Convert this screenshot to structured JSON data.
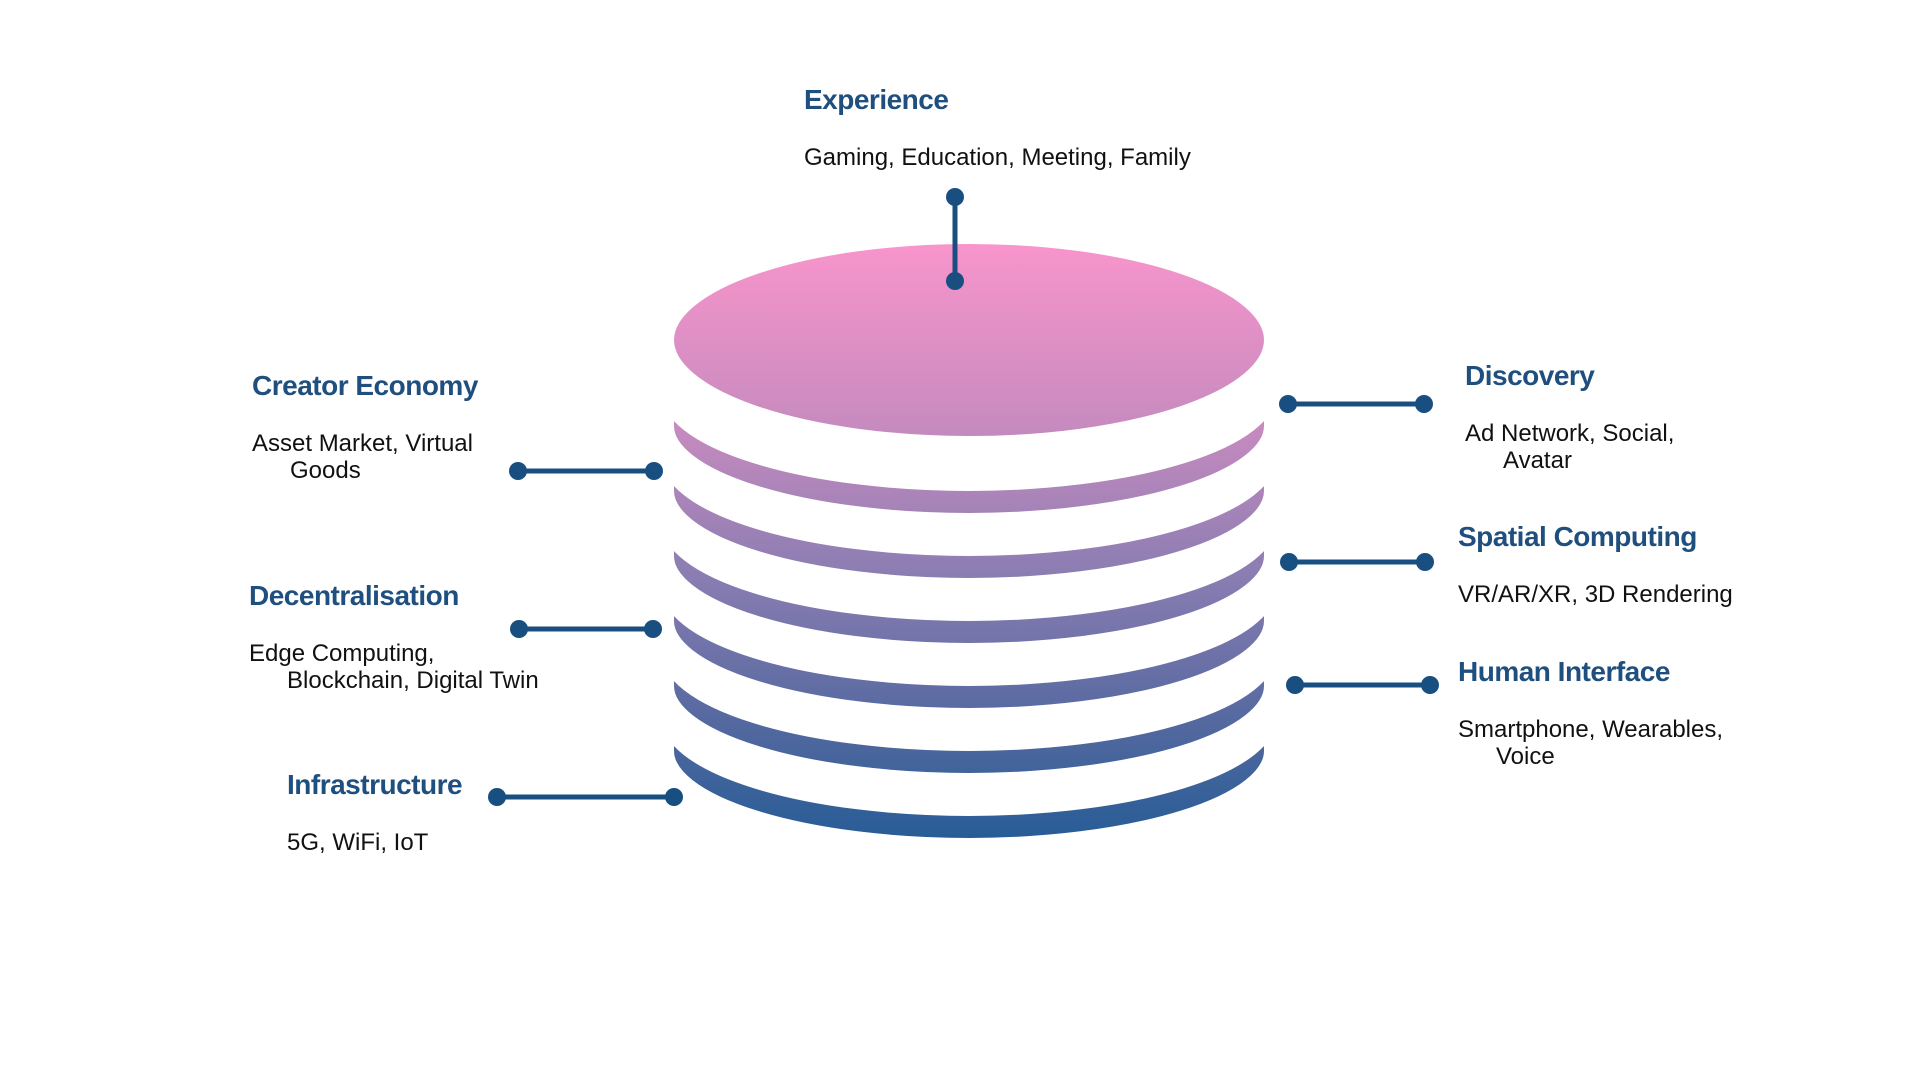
{
  "colors": {
    "title": "#1f4f7e",
    "connector": "#194f80",
    "gradient_top": "#f995cc",
    "gradient_bottom": "#235b95",
    "background": "#ffffff"
  },
  "layers": [
    {
      "id": "experience",
      "title": "Experience",
      "desc": [
        "Gaming, Education, Meeting, Family"
      ]
    },
    {
      "id": "discovery",
      "title": "Discovery",
      "desc": [
        "Ad Network, Social,",
        "Avatar"
      ]
    },
    {
      "id": "creator",
      "title": "Creator Economy",
      "desc": [
        "Asset Market, Virtual",
        "Goods"
      ]
    },
    {
      "id": "spatial",
      "title": "Spatial Computing",
      "desc": [
        "VR/AR/XR, 3D Rendering"
      ]
    },
    {
      "id": "decentral",
      "title": "Decentralisation",
      "desc": [
        "Edge Computing,",
        "Blockchain, Digital Twin"
      ]
    },
    {
      "id": "human",
      "title": "Human Interface",
      "desc": [
        "Smartphone, Wearables,",
        "Voice"
      ]
    },
    {
      "id": "infra",
      "title": "Infrastructure",
      "desc": [
        "5G, WiFi, IoT"
      ]
    }
  ]
}
